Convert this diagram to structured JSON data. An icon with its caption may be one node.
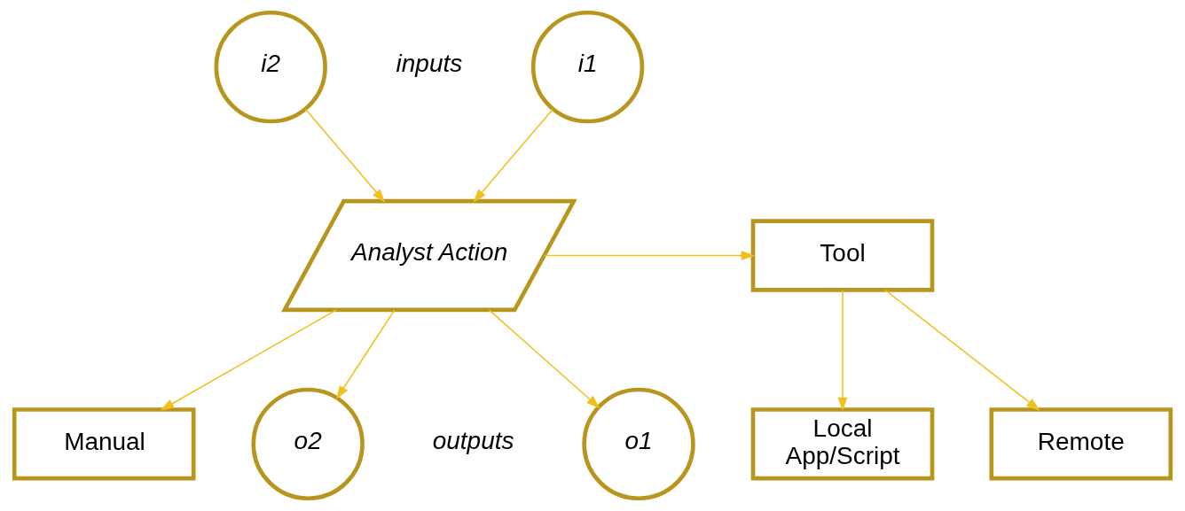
{
  "diagram": {
    "nodes": [
      {
        "text": [
          "i1"
        ]
      },
      {
        "text": [
          "i2"
        ]
      },
      {
        "text": [
          "Analyst Action"
        ]
      },
      {
        "text": [
          "Tool"
        ]
      },
      {
        "text": [
          "Manual"
        ]
      },
      {
        "text": [
          "Local App/Script"
        ]
      },
      {
        "text": [
          "Remote"
        ]
      },
      {
        "text": [
          "o1"
        ]
      },
      {
        "text": [
          "o2"
        ]
      }
    ],
    "edges": [
      {
        "from": 0,
        "to": 2,
        "arrow": "to"
      },
      {
        "from": 1,
        "to": 2,
        "arrow": "to"
      },
      {
        "from": 2,
        "to": 3,
        "arrow": "to"
      },
      {
        "from": 2,
        "to": 4,
        "arrow": "to"
      },
      {
        "from": 3,
        "to": 5,
        "arrow": "to"
      },
      {
        "from": 3,
        "to": 6,
        "arrow": "to"
      },
      {
        "from": 2,
        "to": 7,
        "arrow": "to"
      },
      {
        "from": 2,
        "to": 8,
        "arrow": "to"
      }
    ],
    "labels": [
      "inputs",
      "outputs"
    ]
  }
}
